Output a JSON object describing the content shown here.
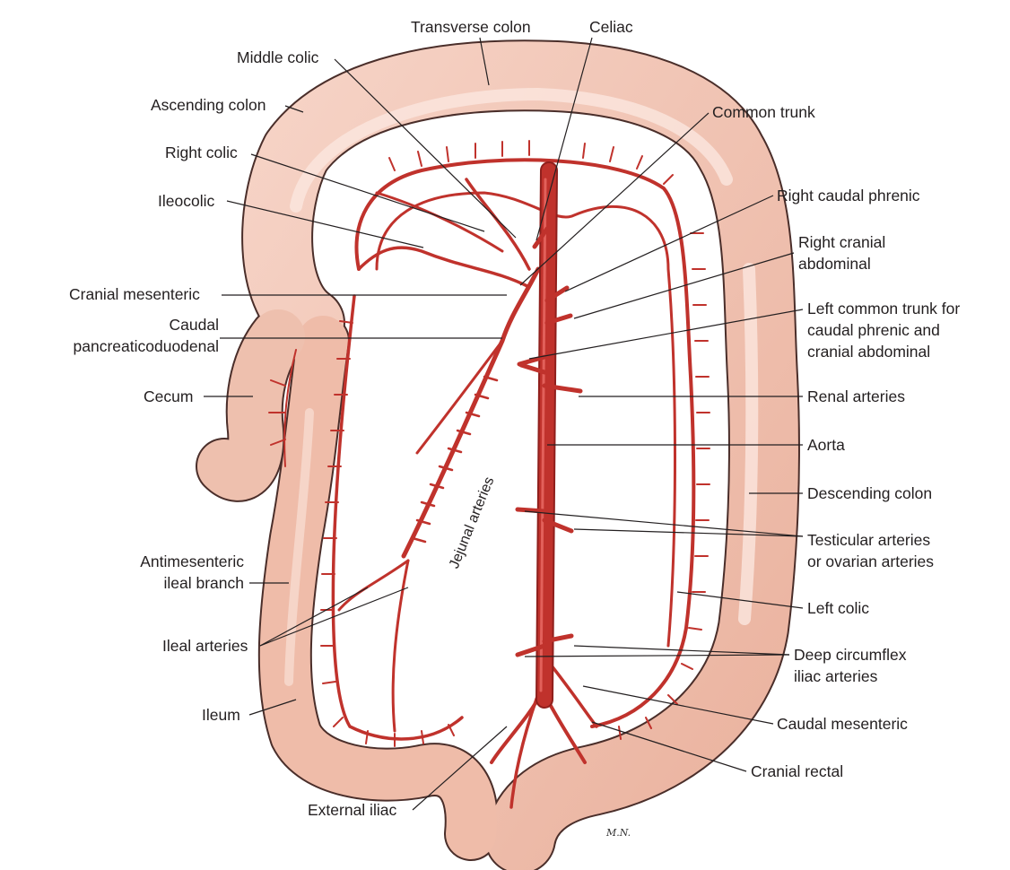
{
  "labels": {
    "transverse_colon": "Transverse colon",
    "celiac": "Celiac",
    "middle_colic": "Middle colic",
    "common_trunk": "Common trunk",
    "ascending_colon": "Ascending colon",
    "right_colic": "Right colic",
    "right_caudal_phrenic": "Right caudal phrenic",
    "ileocolic": "Ileocolic",
    "right_cranial_abdominal_1": "Right cranial",
    "right_cranial_abdominal_2": "abdominal",
    "cranial_mesenteric": "Cranial mesenteric",
    "left_common_trunk_1": "Left common trunk for",
    "left_common_trunk_2": "caudal phrenic and",
    "left_common_trunk_3": "cranial abdominal",
    "caudal_pancreaticoduodenal_1": "Caudal",
    "caudal_pancreaticoduodenal_2": "pancreaticoduodenal",
    "cecum": "Cecum",
    "renal_arteries": "Renal arteries",
    "aorta": "Aorta",
    "descending_colon": "Descending colon",
    "jejunal_arteries": "Jejunal arteries",
    "testicular_1": "Testicular arteries",
    "testicular_2": "or ovarian arteries",
    "antimesenteric_1": "Antimesenteric",
    "antimesenteric_2": "ileal branch",
    "left_colic": "Left colic",
    "ileal_arteries": "Ileal arteries",
    "deep_circumflex_1": "Deep circumflex",
    "deep_circumflex_2": "iliac arteries",
    "ileum": "Ileum",
    "caudal_mesenteric": "Caudal mesenteric",
    "cranial_rectal": "Cranial rectal",
    "external_iliac": "External iliac"
  },
  "signature": "M.N.",
  "colors": {
    "intestine_fill": "#f2c4b4",
    "intestine_stroke": "#4a2e2a",
    "artery": "#c0322c",
    "leader": "#231f20"
  }
}
